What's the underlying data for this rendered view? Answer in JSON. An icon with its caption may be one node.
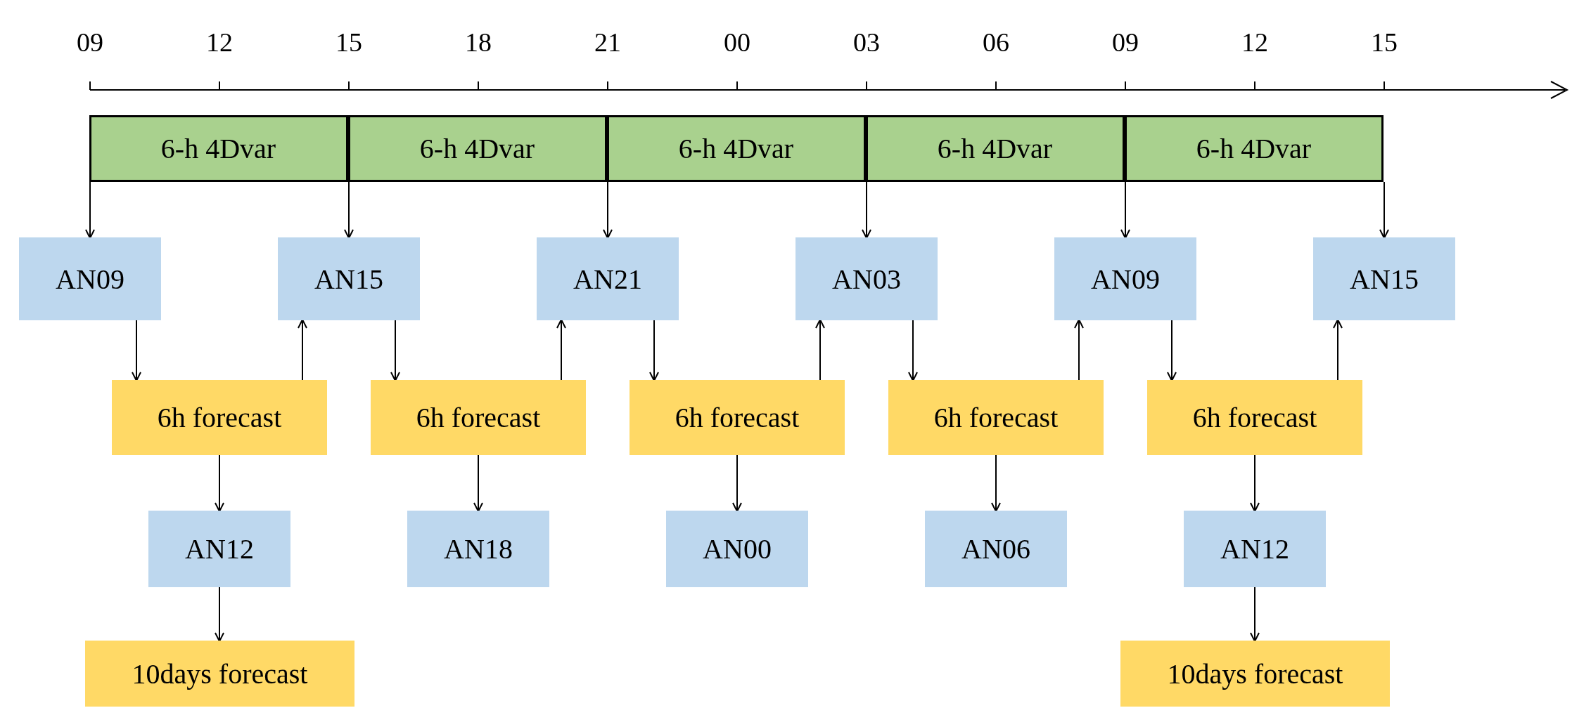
{
  "diagram": {
    "nodes": [
      {
        "text": [
          "6-h 4Dvar"
        ]
      },
      {
        "text": [
          "6-h 4Dvar"
        ]
      },
      {
        "text": [
          "6-h 4Dvar"
        ]
      },
      {
        "text": [
          "6-h 4Dvar"
        ]
      },
      {
        "text": [
          "6-h 4Dvar"
        ]
      },
      {
        "text": [
          "AN09"
        ]
      },
      {
        "text": [
          "AN15"
        ]
      },
      {
        "text": [
          "AN21"
        ]
      },
      {
        "text": [
          "AN03"
        ]
      },
      {
        "text": [
          "AN09"
        ]
      },
      {
        "text": [
          "AN15"
        ]
      },
      {
        "text": [
          "6h forecast"
        ]
      },
      {
        "text": [
          "6h forecast"
        ]
      },
      {
        "text": [
          "6h forecast"
        ]
      },
      {
        "text": [
          "6h forecast"
        ]
      },
      {
        "text": [
          "6h forecast"
        ]
      },
      {
        "text": [
          "AN12"
        ]
      },
      {
        "text": [
          "AN18"
        ]
      },
      {
        "text": [
          "AN00"
        ]
      },
      {
        "text": [
          "AN06"
        ]
      },
      {
        "text": [
          "AN12"
        ]
      },
      {
        "text": [
          "10days forecast"
        ]
      },
      {
        "text": [
          "10days forecast"
        ]
      }
    ],
    "edges": [
      {
        "from": 0,
        "to": 5,
        "arrow": "to"
      },
      {
        "from": 0,
        "to": 6,
        "arrow": "to"
      },
      {
        "from": 1,
        "to": 7,
        "arrow": "to"
      },
      {
        "from": 2,
        "to": 8,
        "arrow": "to"
      },
      {
        "from": 3,
        "to": 9,
        "arrow": "to"
      },
      {
        "from": 4,
        "to": 10,
        "arrow": "to"
      },
      {
        "from": 5,
        "to": 11,
        "arrow": "to"
      },
      {
        "from": 11,
        "to": 6,
        "arrow": "to"
      },
      {
        "from": 6,
        "to": 12,
        "arrow": "to"
      },
      {
        "from": 12,
        "to": 7,
        "arrow": "to"
      },
      {
        "from": 7,
        "to": 13,
        "arrow": "to"
      },
      {
        "from": 13,
        "to": 8,
        "arrow": "to"
      },
      {
        "from": 8,
        "to": 14,
        "arrow": "to"
      },
      {
        "from": 14,
        "to": 9,
        "arrow": "to"
      },
      {
        "from": 9,
        "to": 15,
        "arrow": "to"
      },
      {
        "from": 15,
        "to": 10,
        "arrow": "to"
      },
      {
        "from": 11,
        "to": 16,
        "arrow": "to"
      },
      {
        "from": 12,
        "to": 17,
        "arrow": "to"
      },
      {
        "from": 13,
        "to": 18,
        "arrow": "to"
      },
      {
        "from": 14,
        "to": 19,
        "arrow": "to"
      },
      {
        "from": 15,
        "to": 20,
        "arrow": "to"
      },
      {
        "from": 16,
        "to": 21,
        "arrow": "to"
      },
      {
        "from": 20,
        "to": 22,
        "arrow": "to"
      }
    ],
    "labels": [
      "09",
      "12",
      "15",
      "18",
      "21",
      "00",
      "03",
      "06",
      "09",
      "12",
      "15"
    ]
  }
}
